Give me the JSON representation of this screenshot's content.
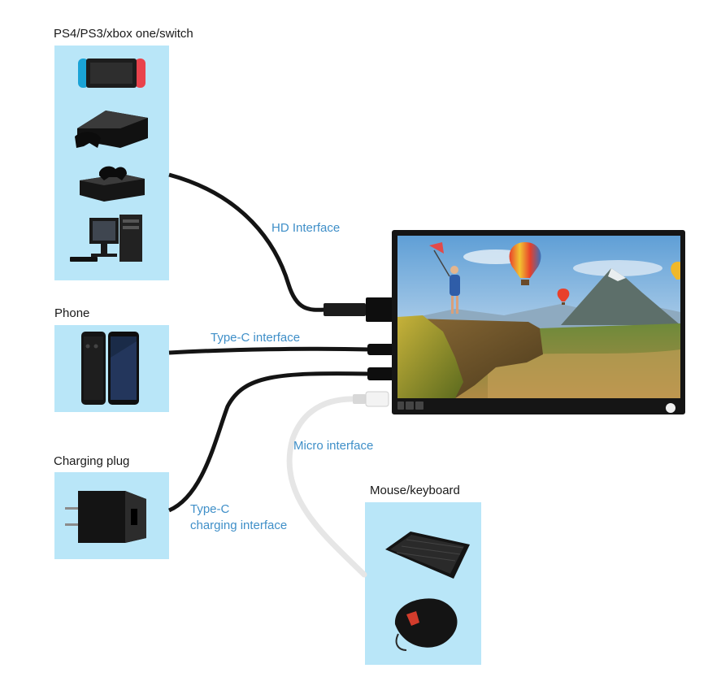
{
  "groups": {
    "consoles": "PS4/PS3/xbox one/switch",
    "phone": "Phone",
    "charger": "Charging plug",
    "peripherals": "Mouse/keyboard"
  },
  "interfaces": {
    "hd": "HD Interface",
    "typec": "Type-C interface",
    "micro": "Micro interface",
    "typec_charge_line1": "Type-C",
    "typec_charge_line2": "charging interface"
  },
  "colors": {
    "panel_bg": "#b9e6f8",
    "label_blue": "#3f8fc8",
    "cable_black": "#141414",
    "cable_white": "#e6e6e6"
  },
  "icons": [
    "nintendo-switch-icon",
    "ps3-console-icon",
    "xbox-one-icon",
    "desktop-pc-icon",
    "smartphone-icon",
    "charger-plug-icon",
    "keyboard-icon",
    "mouse-icon",
    "portable-monitor-icon"
  ]
}
